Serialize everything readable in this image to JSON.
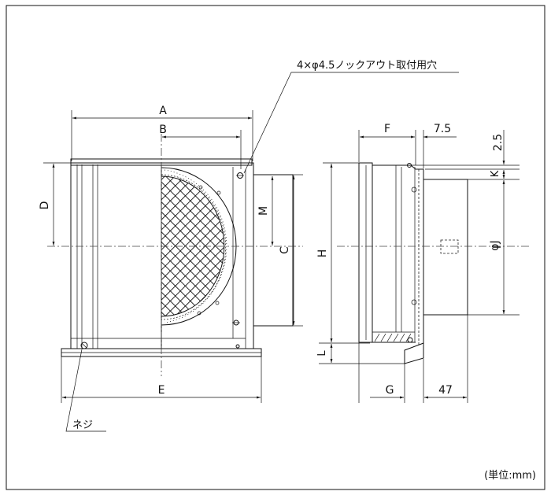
{
  "labels": {
    "knockout_note": "4×φ4.5ノックアウト取付用穴",
    "screw": "ネジ",
    "unit": "(単位:mm)"
  },
  "dimensions": {
    "A": "A",
    "B": "B",
    "C": "C",
    "D": "D",
    "E": "E",
    "F": "F",
    "G": "G",
    "H": "H",
    "K": "K",
    "L": "L",
    "M": "M",
    "phiJ": "φJ",
    "v75": "7.5",
    "v25": "2.5",
    "v47": "47"
  }
}
